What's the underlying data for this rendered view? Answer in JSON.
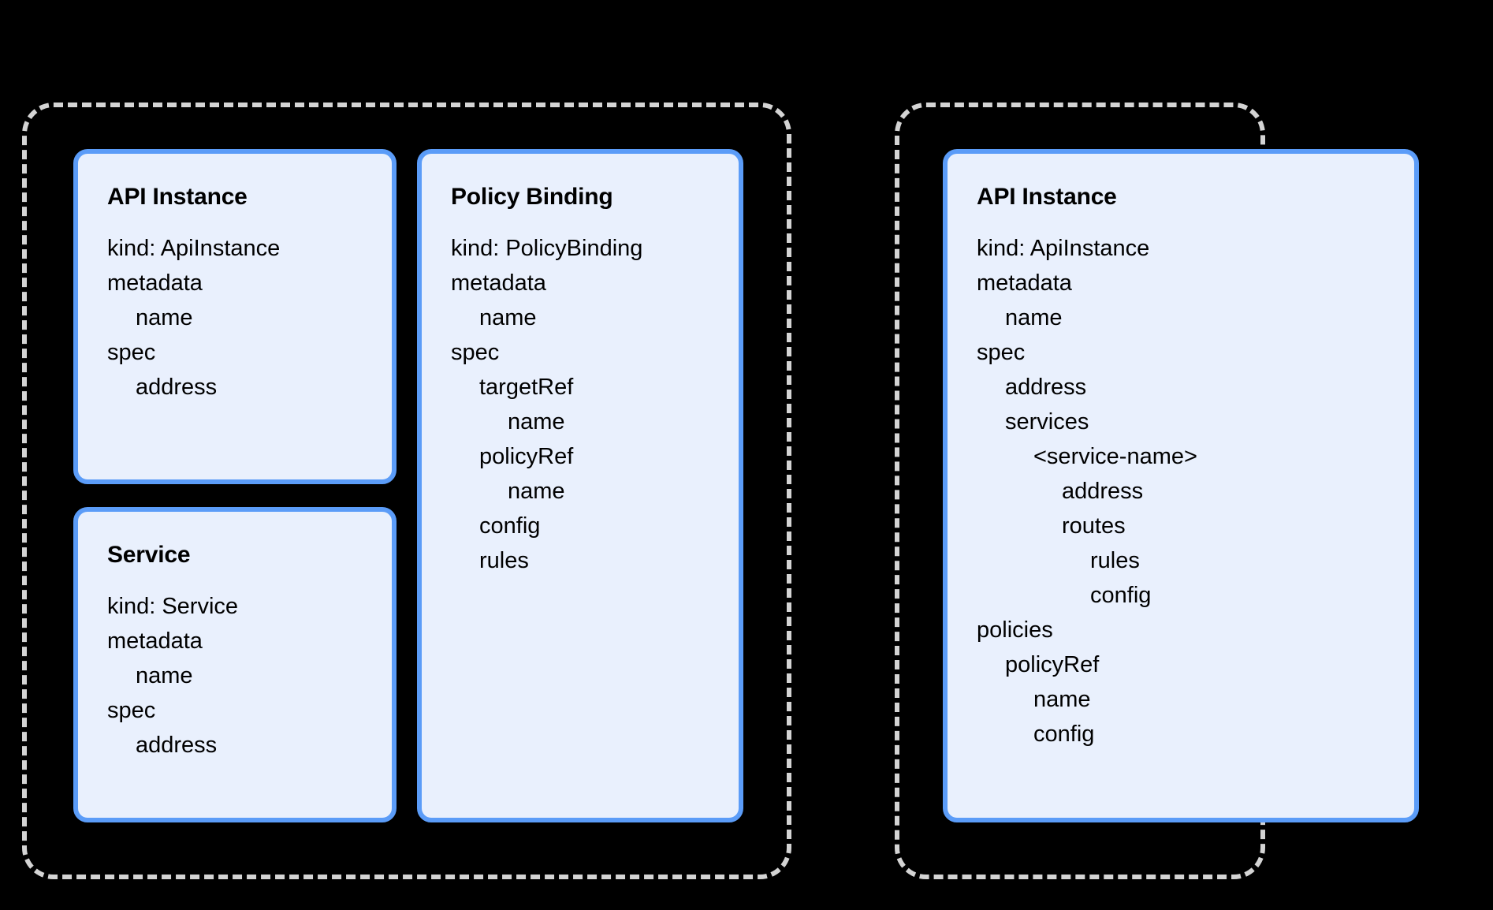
{
  "diagram": {
    "background_color": "#000000",
    "card_fill_color": "#e9f0fd",
    "card_border_color": "#5b9cf8",
    "group_border_color": "#d4d4d4"
  },
  "groups": [
    {
      "name": "left-group"
    },
    {
      "name": "right-group"
    }
  ],
  "cards": {
    "api_instance_left": {
      "title": "API Instance",
      "fields": [
        {
          "text": "kind: ApiInstance",
          "indent": 0
        },
        {
          "text": "metadata",
          "indent": 0
        },
        {
          "text": "name",
          "indent": 1
        },
        {
          "text": "spec",
          "indent": 0
        },
        {
          "text": "address",
          "indent": 1
        }
      ]
    },
    "service": {
      "title": "Service",
      "fields": [
        {
          "text": "kind: Service",
          "indent": 0
        },
        {
          "text": "metadata",
          "indent": 0
        },
        {
          "text": "name",
          "indent": 1
        },
        {
          "text": "spec",
          "indent": 0
        },
        {
          "text": "address",
          "indent": 1
        }
      ]
    },
    "policy_binding": {
      "title": "Policy Binding",
      "fields": [
        {
          "text": "kind: PolicyBinding",
          "indent": 0
        },
        {
          "text": "metadata",
          "indent": 0
        },
        {
          "text": "name",
          "indent": 1
        },
        {
          "text": "spec",
          "indent": 0
        },
        {
          "text": "targetRef",
          "indent": 1
        },
        {
          "text": "name",
          "indent": 2
        },
        {
          "text": "policyRef",
          "indent": 1
        },
        {
          "text": "name",
          "indent": 2
        },
        {
          "text": "config",
          "indent": 1
        },
        {
          "text": "rules",
          "indent": 1
        }
      ]
    },
    "api_instance_right": {
      "title": "API Instance",
      "fields": [
        {
          "text": "kind: ApiInstance",
          "indent": 0
        },
        {
          "text": "metadata",
          "indent": 0
        },
        {
          "text": "name",
          "indent": 1
        },
        {
          "text": "spec",
          "indent": 0
        },
        {
          "text": "address",
          "indent": 1
        },
        {
          "text": "services",
          "indent": 1
        },
        {
          "text": "<service-name>",
          "indent": 2
        },
        {
          "text": "address",
          "indent": 3
        },
        {
          "text": "routes",
          "indent": 3
        },
        {
          "text": "rules",
          "indent": 4
        },
        {
          "text": "config",
          "indent": 4
        },
        {
          "text": "policies",
          "indent": 0
        },
        {
          "text": "policyRef",
          "indent": 1
        },
        {
          "text": "name",
          "indent": 2
        },
        {
          "text": "config",
          "indent": 2
        }
      ]
    }
  }
}
